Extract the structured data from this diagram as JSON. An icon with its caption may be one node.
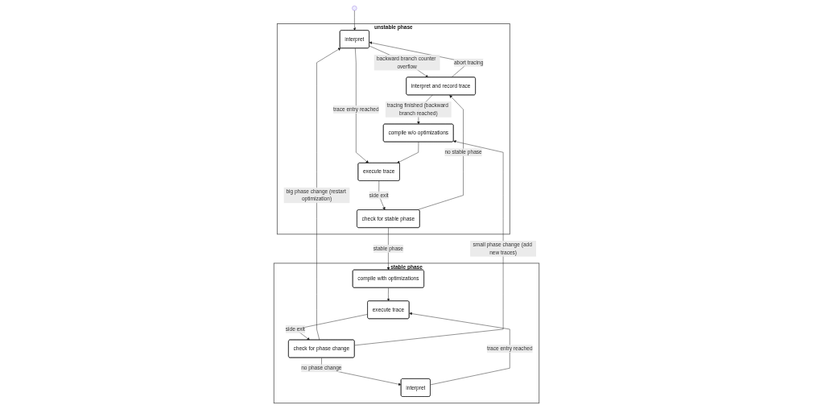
{
  "diagram": {
    "nodes": [
      {
        "text": [],
        "shape": "circle"
      },
      {
        "text": [
          "unstable phase"
        ]
      },
      {
        "text": [
          "interpret"
        ],
        "in": 1
      },
      {
        "text": [
          "interpret and record trace"
        ],
        "in": 1
      },
      {
        "text": [
          "compile w/o optimizations"
        ],
        "in": 1
      },
      {
        "text": [
          "execute trace"
        ],
        "in": 1
      },
      {
        "text": [
          "check for stable phase"
        ],
        "in": 1
      },
      {
        "text": [
          "stable phase"
        ]
      },
      {
        "text": [
          "interpret"
        ],
        "in": 7
      },
      {
        "text": [
          "check for phase change"
        ],
        "in": 7
      },
      {
        "text": [
          "execute trace"
        ],
        "in": 7
      },
      {
        "text": [
          "compile with optimizations"
        ],
        "in": 7
      }
    ],
    "edges": [
      {
        "from": 0,
        "to": 2,
        "arrow": "to"
      },
      {
        "from": 2,
        "to": 3,
        "label": "backward branch counter overflow",
        "arrow": "to"
      },
      {
        "from": 3,
        "to": 2,
        "label": "abort tracing",
        "arrow": "to"
      },
      {
        "from": 2,
        "to": 5,
        "label": "trace entry reached",
        "arrow": "to"
      },
      {
        "from": 3,
        "to": 4,
        "label": "tracing finished (backward branch reached)",
        "arrow": "to"
      },
      {
        "from": 4,
        "to": 5,
        "arrow": "to"
      },
      {
        "from": 5,
        "to": 6,
        "label": "side exit",
        "arrow": "to"
      },
      {
        "from": 6,
        "to": 3,
        "label": "no stable phase",
        "arrow": "to"
      },
      {
        "from": 6,
        "to": 11,
        "label": "stable phase",
        "arrow": "to"
      },
      {
        "from": 11,
        "to": 10,
        "arrow": "to"
      },
      {
        "from": 10,
        "to": 9,
        "label": "side exit",
        "arrow": "to"
      },
      {
        "from": 9,
        "to": 8,
        "label": "no phase change",
        "arrow": "to"
      },
      {
        "from": 8,
        "to": 10,
        "label": "trace entry reached",
        "arrow": "to"
      },
      {
        "from": 9,
        "to": 2,
        "label": "big phase change (restart optimization)",
        "arrow": "to"
      },
      {
        "from": 9,
        "to": 4,
        "label": "small phase change (add new traces)",
        "arrow": "to"
      }
    ]
  }
}
